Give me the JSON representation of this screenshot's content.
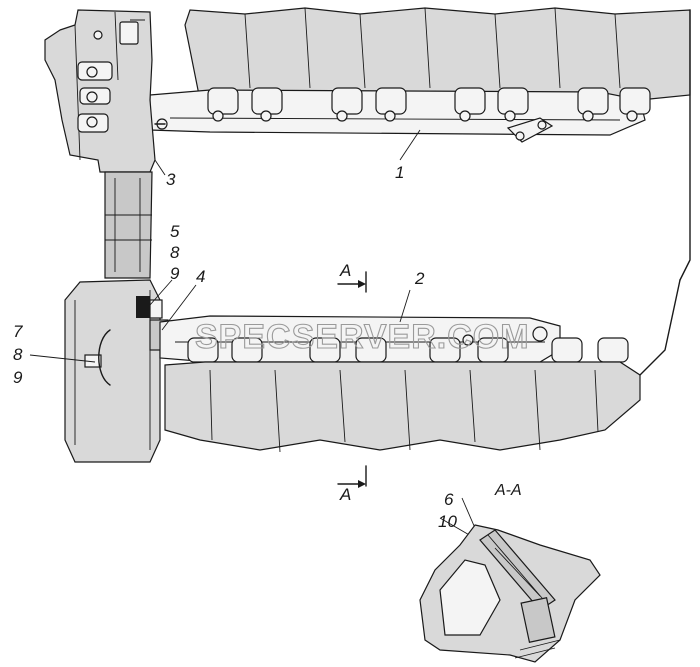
{
  "watermark": "SPECSERVER.COM",
  "section_title": "A-A",
  "section_marks": {
    "top": "A",
    "bottom": "A"
  },
  "callouts": {
    "c1": "1",
    "c2": "2",
    "c3": "3",
    "c4": "4",
    "c5": "5",
    "c8a": "8",
    "c9a": "9",
    "c7": "7",
    "c8b": "8",
    "c9b": "9",
    "c6": "6",
    "c10": "10"
  }
}
